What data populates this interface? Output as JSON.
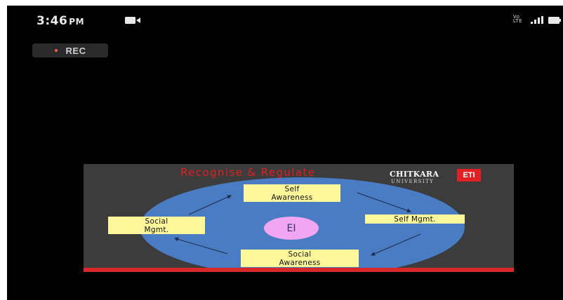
{
  "status_bar": {
    "time": "3:46",
    "ampm": "PM",
    "network_label_top": "Vo",
    "network_label_bottom": "LTE",
    "icons": [
      "video-camera-icon",
      "signal-icon",
      "battery-icon"
    ]
  },
  "recording": {
    "label": "REC",
    "dot_color": "#ff5b5b"
  },
  "slide": {
    "title": "Recognise & Regulate",
    "logo": {
      "word": "CHITKARA",
      "sub": "UNIVERSITY",
      "badge": "ETI"
    },
    "center_label": "EI",
    "boxes": {
      "self_awareness": {
        "line1": "Self",
        "line2": "Awareness"
      },
      "self_management": {
        "line1": "Self Mgmt."
      },
      "social_management": {
        "line1": "Social",
        "line2": "Mgmt."
      },
      "social_awareness": {
        "line1": "Social",
        "line2": "Awareness"
      }
    },
    "colors": {
      "background": "#3c3c3c",
      "ellipse": "#4a7cc4",
      "boxes": "#fff89a",
      "center": "#f0a6f0",
      "title": "#e11f1f",
      "bottom_bar": "#d8282a"
    }
  }
}
